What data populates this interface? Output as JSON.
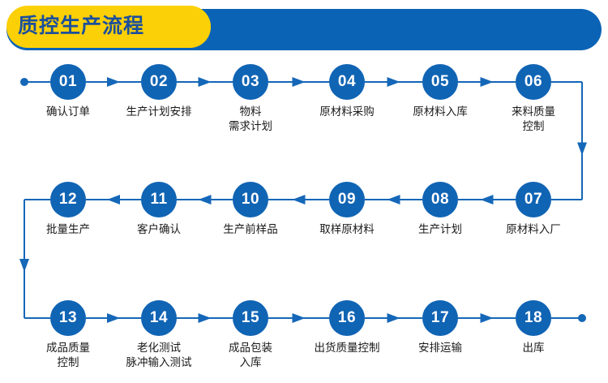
{
  "header": {
    "title": "质控生产流程",
    "yellow": "#fcd006",
    "blue": "#0b63b5",
    "title_color": "#1b4f9c"
  },
  "theme": {
    "node_blue": "#1064b4",
    "line_blue": "#1567b8",
    "label_color": "#1a1a1a"
  },
  "flow": {
    "rows": [
      {
        "direction": "left-to-right",
        "steps": [
          {
            "number": "01",
            "label": "确认订单"
          },
          {
            "number": "02",
            "label": "生产计划安排"
          },
          {
            "number": "03",
            "label": "物料\n需求计划"
          },
          {
            "number": "04",
            "label": "原材料采购"
          },
          {
            "number": "05",
            "label": "原材料入库"
          },
          {
            "number": "06",
            "label": "来料质量\n控制"
          }
        ]
      },
      {
        "direction": "right-to-left",
        "steps": [
          {
            "number": "12",
            "label": "批量生产"
          },
          {
            "number": "11",
            "label": "客户确认"
          },
          {
            "number": "10",
            "label": "生产前样品"
          },
          {
            "number": "09",
            "label": "取样原材料"
          },
          {
            "number": "08",
            "label": "生产计划"
          },
          {
            "number": "07",
            "label": "原材料入厂"
          }
        ]
      },
      {
        "direction": "left-to-right",
        "steps": [
          {
            "number": "13",
            "label": "成品质量\n控制"
          },
          {
            "number": "14",
            "label": "老化测试\n脉冲输入测试"
          },
          {
            "number": "15",
            "label": "成品包装\n入库"
          },
          {
            "number": "16",
            "label": "出货质量控制"
          },
          {
            "number": "17",
            "label": "安排运输"
          },
          {
            "number": "18",
            "label": "出库"
          }
        ]
      }
    ],
    "start_marker": "start-dot",
    "end_marker": "end-dot"
  }
}
